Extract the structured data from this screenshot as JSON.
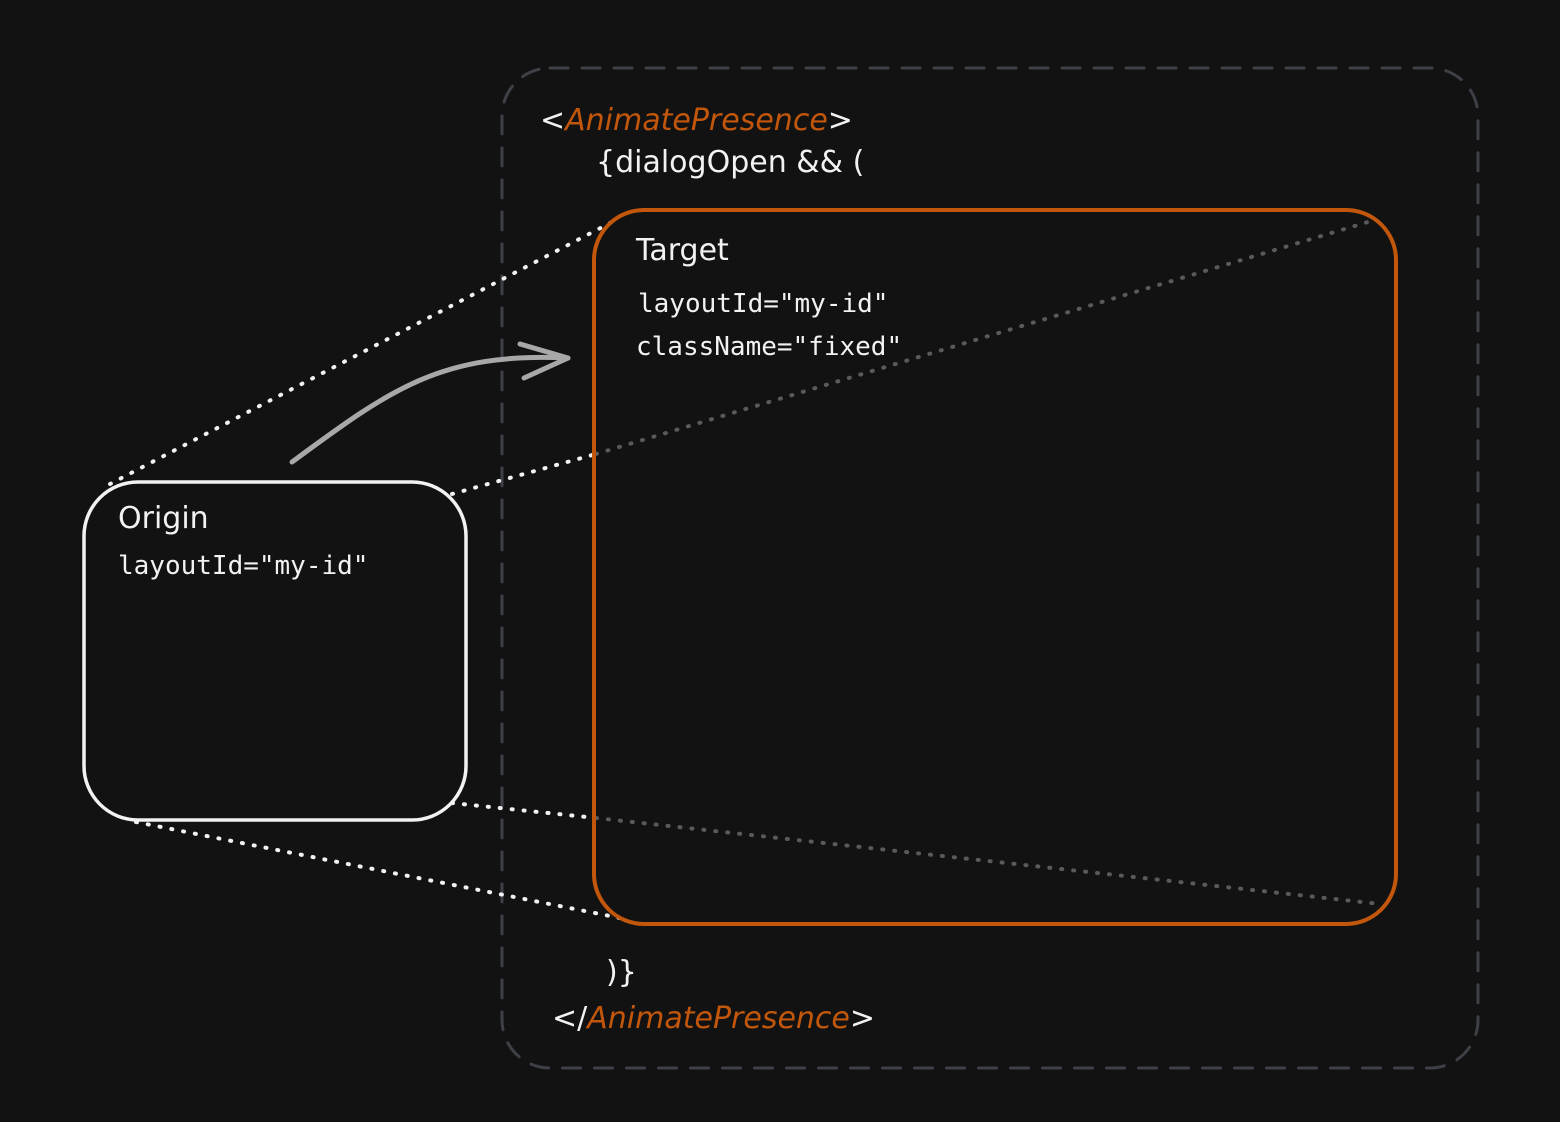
{
  "colors": {
    "background": "#121212",
    "accent": "#c2570c",
    "foreground": "#f2f2f2",
    "dashed_frame": "#3d4046",
    "arrow": "#a8a8a8"
  },
  "wrapper": {
    "open_bracket": "<",
    "component": "AnimatePresence",
    "close_bracket": ">",
    "condition": "{dialogOpen && (",
    "close_paren": ")}",
    "end_open": "</",
    "end_component": "AnimatePresence",
    "end_close": ">"
  },
  "origin": {
    "title": "Origin",
    "layout_prop": "layoutId=\"my-id\""
  },
  "target": {
    "title": "Target",
    "layout_prop": "layoutId=\"my-id\"",
    "class_prop": "className=\"fixed\""
  }
}
